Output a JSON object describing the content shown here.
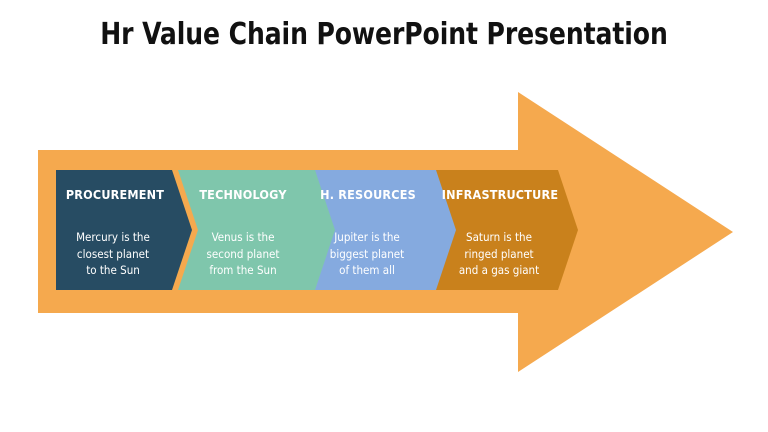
{
  "slide": {
    "title": "Hr Value Chain PowerPoint Presentation",
    "background_color": "#ffffff",
    "title_color": "#111111"
  },
  "arrow": {
    "name": "big-orange-arrow",
    "color": "#F5A94E"
  },
  "segments": [
    {
      "id": "procurement",
      "heading": "PROCUREMENT",
      "body_lines": [
        "Mercury is the",
        "closest planet",
        "to the Sun"
      ],
      "color": "#274C63",
      "text_color": "#ffffff"
    },
    {
      "id": "technology",
      "heading": "TECHNOLOGY",
      "body_lines": [
        "Venus is the",
        "second planet",
        "from the Sun"
      ],
      "color": "#7FC6AC",
      "text_color": "#ffffff"
    },
    {
      "id": "human-resources",
      "heading": "H. RESOURCES",
      "body_lines": [
        "Jupiter is the",
        "biggest planet",
        "of them all"
      ],
      "color": "#85AADF",
      "text_color": "#ffffff"
    },
    {
      "id": "infrastructure",
      "heading": "INFRASTRUCTURE",
      "body_lines": [
        "Saturn is the",
        "ringed planet",
        "and a gas giant"
      ],
      "color": "#C9811C",
      "text_color": "#ffffff"
    }
  ]
}
